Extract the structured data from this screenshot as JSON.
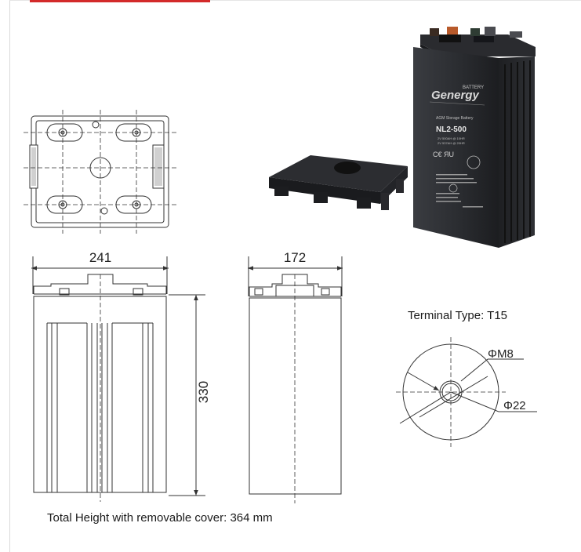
{
  "dimensions": {
    "front_width": "241",
    "side_width": "172",
    "height": "330"
  },
  "terminal": {
    "title": "Terminal Type: T15",
    "inner_diameter": "ΦM8",
    "outer_diameter": "Φ22"
  },
  "footer": {
    "total_height": "Total Height with removable cover: 364 mm"
  },
  "product": {
    "brand": "Genergy",
    "brand_sup": "BATTERY",
    "subtitle": "AGM Storage Battery",
    "model": "NL2-500",
    "spec_1": "2V 500AH @ 10HR",
    "spec_2": "2V 537AH @ 20HR"
  },
  "colors": {
    "battery_body": "#2b2d31",
    "drawing_line": "#333333",
    "accent_red": "#d32a2a"
  }
}
